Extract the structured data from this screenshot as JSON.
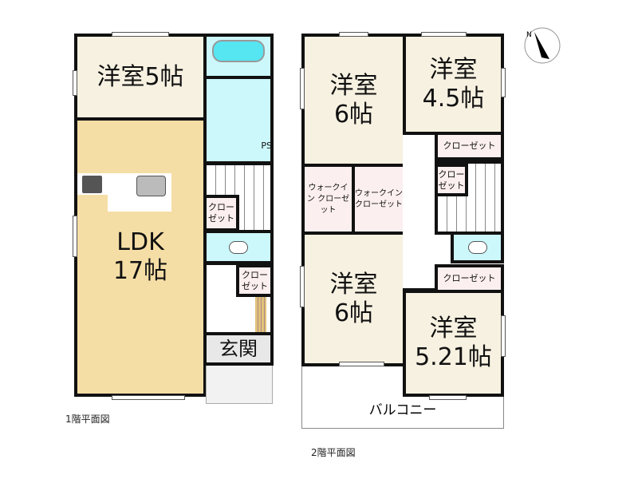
{
  "floor1": {
    "title": "1階平面図",
    "rooms": {
      "western5": "洋室5帖",
      "ldk_name": "LDK",
      "ldk_size": "17帖",
      "closet_a": "クロー ゼット",
      "closet_b": "クロー ゼット",
      "ps": "PS",
      "entrance": "玄関"
    }
  },
  "floor2": {
    "title": "2階平面図",
    "rooms": {
      "western6_top": "洋室 6帖",
      "western45": "洋室 4.5帖",
      "closet_top": "クローゼット",
      "closet_small": "クロー ゼット",
      "wic_left": "ウォークイン クローゼット",
      "wic_right": "ウォークイン クローゼット",
      "western6_bottom": "洋室 6帖",
      "closet_mid": "クローゼット",
      "western521": "洋室 5.21帖",
      "balcony": "バルコニー"
    }
  },
  "colors": {
    "room": "#f7f1e1",
    "ldk": "#f5dea6",
    "wet": "#ccf8fb",
    "closet": "#fcefef"
  }
}
